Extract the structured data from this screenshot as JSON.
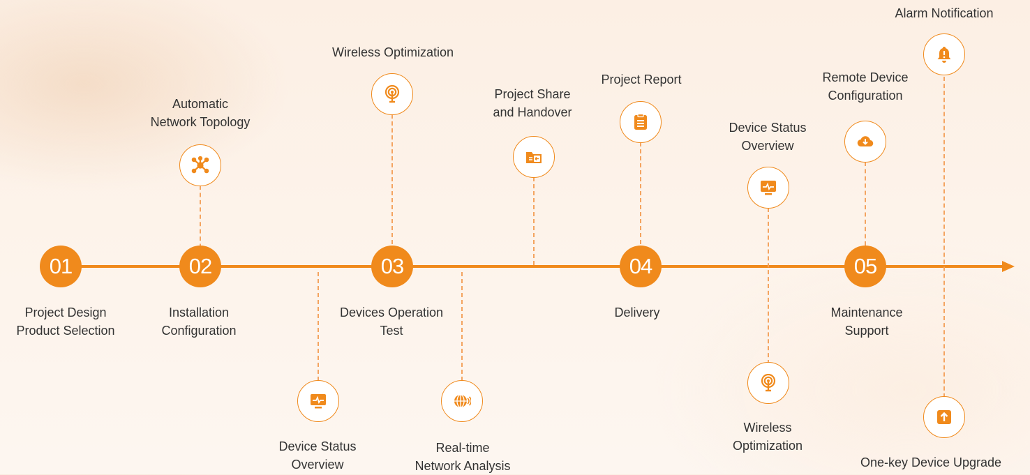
{
  "accent_color": "#f08a1c",
  "steps": [
    {
      "number": "01",
      "label_line1": "Project Design",
      "label_line2": "Product Selection"
    },
    {
      "number": "02",
      "label_line1": "Installation",
      "label_line2": "Configuration"
    },
    {
      "number": "03",
      "label_line1": "Devices Operation",
      "label_line2": "Test"
    },
    {
      "number": "04",
      "label_line1": "Delivery",
      "label_line2": ""
    },
    {
      "number": "05",
      "label_line1": "Maintenance",
      "label_line2": "Support"
    }
  ],
  "features": {
    "automatic_network_topology": {
      "line1": "Automatic",
      "line2": "Network Topology",
      "icon": "network-topology-icon"
    },
    "wireless_optimization_top": {
      "line1": "Wireless Optimization",
      "line2": "",
      "icon": "wireless-signal-icon"
    },
    "project_share_handover": {
      "line1": "Project Share",
      "line2": "and Handover",
      "icon": "folder-share-icon"
    },
    "project_report": {
      "line1": "Project Report",
      "line2": "",
      "icon": "report-clipboard-icon"
    },
    "device_status_overview_top": {
      "line1": "Device Status",
      "line2": "Overview",
      "icon": "monitor-icon"
    },
    "remote_device_configuration": {
      "line1": "Remote Device",
      "line2": "Configuration",
      "icon": "cloud-download-icon"
    },
    "alarm_notification": {
      "line1": "Alarm Notification",
      "line2": "",
      "icon": "bell-icon"
    },
    "device_status_overview_bottom": {
      "line1": "Device Status",
      "line2": "Overview",
      "icon": "monitor-icon"
    },
    "realtime_network_analysis": {
      "line1": "Real-time",
      "line2": "Network Analysis",
      "icon": "globe-signal-icon"
    },
    "wireless_optimization_bottom": {
      "line1": "Wireless",
      "line2": "Optimization",
      "icon": "wireless-signal-icon"
    },
    "one_key_device_upgrade": {
      "line1": "One-key Device Upgrade",
      "line2": "",
      "icon": "upload-arrow-icon"
    }
  }
}
